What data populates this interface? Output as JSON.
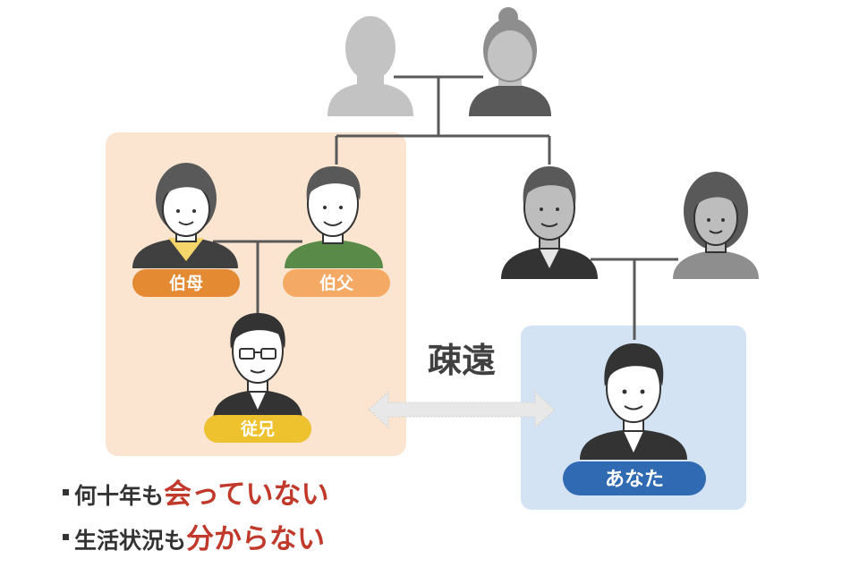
{
  "labels": {
    "aunt": "伯母",
    "uncle": "伯父",
    "cousin": "従兄",
    "you": "あなた",
    "estranged": "疎遠"
  },
  "bullets": [
    {
      "plain": "何十年も",
      "emphasis": "会っていない"
    },
    {
      "plain": "生活状況も",
      "emphasis": "分からない"
    }
  ],
  "colors": {
    "relatives_box": "#fbe5d0",
    "you_box": "#d4e3f3",
    "aunt_label": "#e38a33",
    "uncle_label": "#f4a965",
    "cousin_label": "#eec12e",
    "you_label": "#2f6ab2",
    "emphasis_text": "#c0392b",
    "connector": "#595959",
    "gray_person": "#c3c3c3",
    "dark_person": "#595959"
  }
}
